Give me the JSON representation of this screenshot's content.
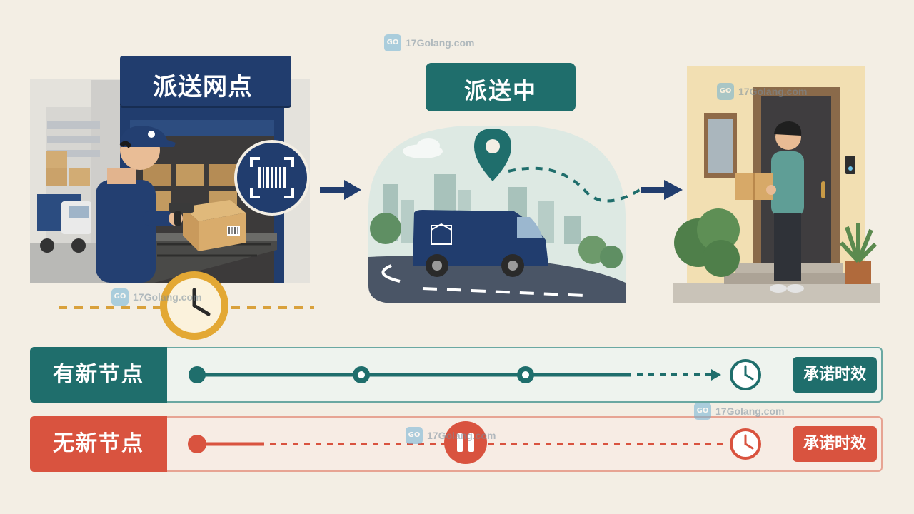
{
  "scenes": {
    "depot": {
      "sign": "派送网点"
    },
    "transit": {
      "status": "派送中"
    }
  },
  "timelines": [
    {
      "label": "有新节点",
      "promise": "承诺时效",
      "color": "#1f6e6c"
    },
    {
      "label": "无新节点",
      "promise": "承诺时效",
      "color": "#d9533f"
    }
  ],
  "watermark": {
    "text": "17Golang.com"
  },
  "colors": {
    "navy": "#213d6e",
    "teal": "#1f6e6c",
    "red": "#d9533f",
    "clock_gold": "#e3a834",
    "background": "#f3eee4"
  },
  "icons": [
    "barcode-scan-icon",
    "alarm-clock-icon",
    "map-pin-icon",
    "clock-icon",
    "pause-icon",
    "arrow-right-icon"
  ]
}
